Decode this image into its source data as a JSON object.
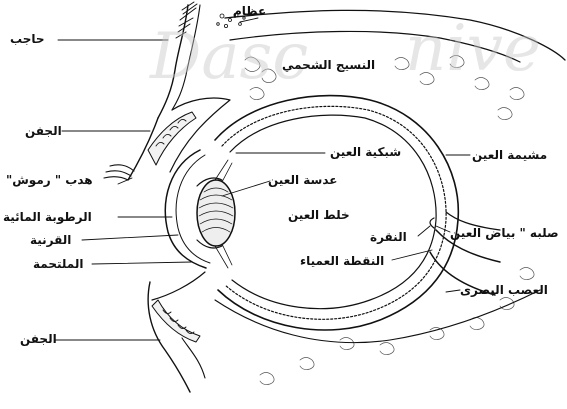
{
  "diagram": {
    "watermark_left": "Dasc",
    "watermark_right": "nive",
    "labels": {
      "eyebrow": "حاجب",
      "bone": "عظام",
      "fatty_tissue": "النسيج الشحمي",
      "upper_eyelid": "الجفن",
      "eyelashes": "هدب \" رموش\"",
      "aqueous_humor": "الرطوبة المائية",
      "cornea": "القرنية",
      "conjunctiva": "الملتحمة",
      "lower_eyelid": "الجفن",
      "retina": "شبكية العين",
      "lens": "عدسة العين",
      "choroid": "مشيمة العين",
      "vitreous": "خلط العين",
      "fovea": "النقرة",
      "sclera": "صلبه \" بياض العين",
      "blind_spot": "النقطة العمياء",
      "optic_nerve": "العصب البصرى"
    }
  }
}
